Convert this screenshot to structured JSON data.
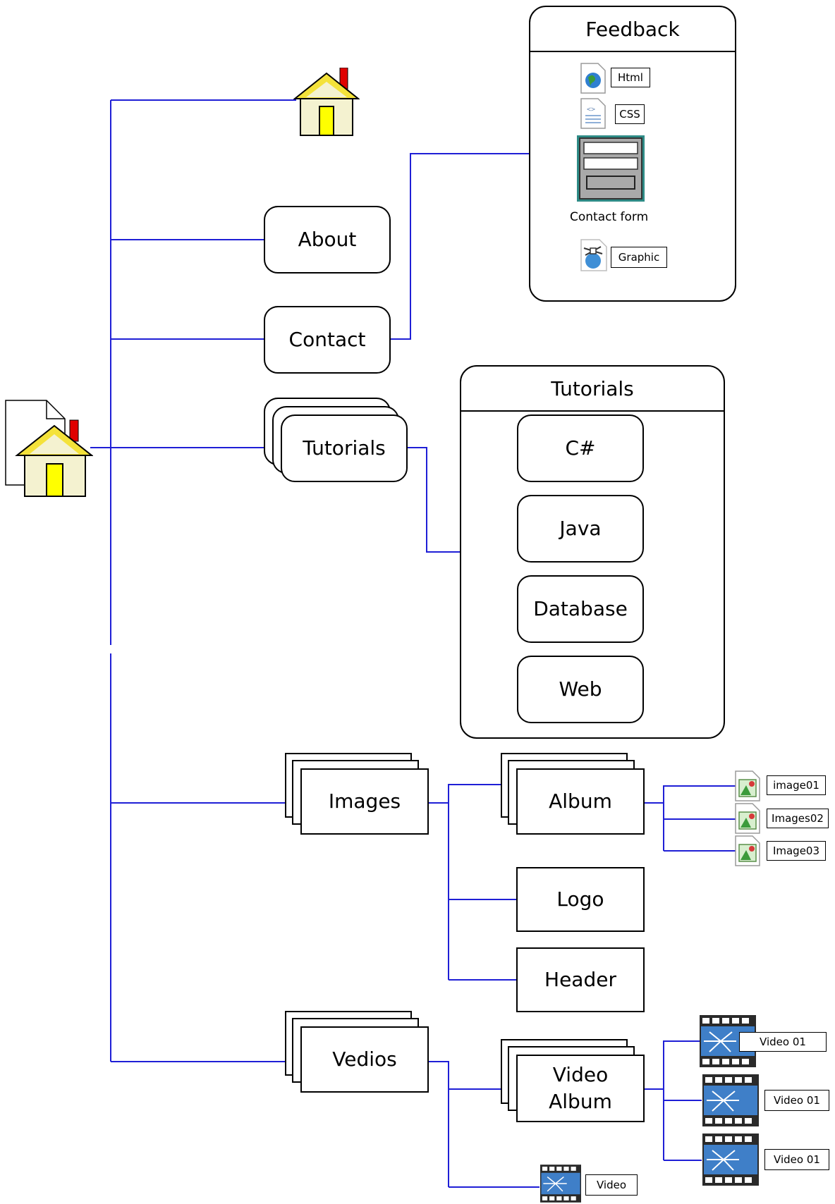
{
  "nodes": {
    "about": "About",
    "contact": "Contact",
    "tutorials": "Tutorials",
    "images": "Images",
    "vedios": "Vedios",
    "album": "Album",
    "logo": "Logo",
    "header": "Header",
    "video_album": "Video Album",
    "video": "Video"
  },
  "feedback_panel": {
    "title": "Feedback",
    "html": "Html",
    "css": "CSS",
    "contact_form": "Contact form",
    "graphic": "Graphic"
  },
  "tutorials_panel": {
    "title": "Tutorials",
    "items": [
      "C#",
      "Java",
      "Database",
      "Web"
    ]
  },
  "album_items": [
    "image01",
    "Images02",
    "Image03"
  ],
  "video_items": [
    "Video 01",
    "Video 01",
    "Video 01"
  ],
  "icons": [
    "home-icon",
    "home-page-icon",
    "html-file-icon",
    "css-file-icon",
    "contact-form-icon",
    "graphic-icon",
    "image-file-icon",
    "video-film-icon"
  ],
  "colors": {
    "connector": "#1f1fd6",
    "house_wall": "#f4f2d0",
    "house_roof": "#f4e23a",
    "door": "#ffff00",
    "chimney": "#e00000"
  }
}
